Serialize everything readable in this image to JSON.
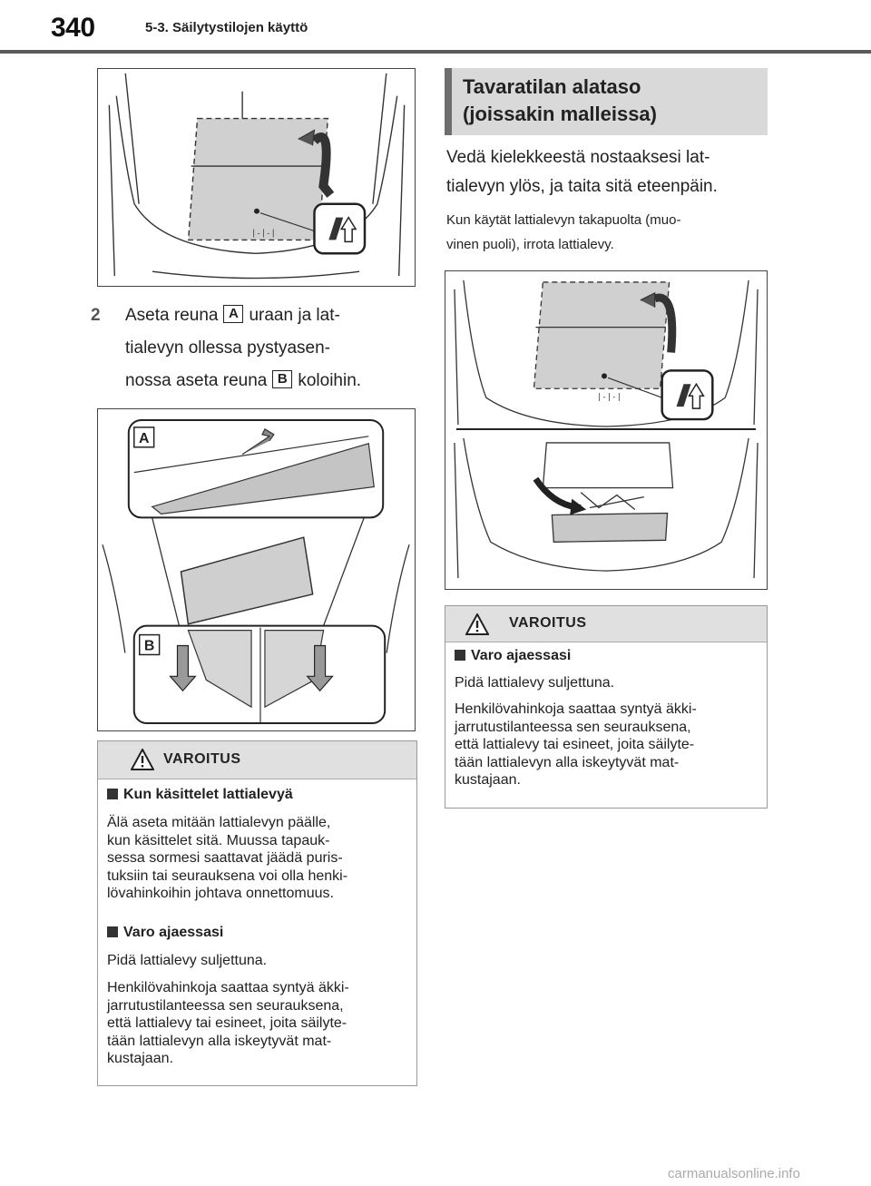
{
  "header": {
    "page_number": "340",
    "section": "5-3. Säilytystilojen käyttö"
  },
  "step2": {
    "number": "2",
    "line1_a": "Aseta reuna",
    "line1_callout": "A",
    "line1_b": "uraan ja lat-",
    "line2": "tialevyn ollessa pystyasen-",
    "line3_a": "nossa aseta reuna",
    "line3_callout": "B",
    "line3_b": "koloihin."
  },
  "figure2": {
    "callout_a": "A",
    "callout_b": "B"
  },
  "lower_floor": {
    "heading_line1": "Tavaratilan alataso",
    "heading_line2": "(joissakin malleissa)",
    "instruction_line1": "Vedä kielekkeestä nostaaksesi lat-",
    "instruction_line2": "tialevyn ylös, ja taita sitä eteenpäin.",
    "note_line1": "Kun käytät lattialevyn takapuolta (muo-",
    "note_line2": "vinen puoli), irrota lattialevy."
  },
  "warning_left": {
    "title": "VAROITUS",
    "item1_title": "Kun käsittelet lattialevyä",
    "item1_lines": [
      "Älä aseta mitään lattialevyn päälle,",
      "kun käsittelet sitä. Muussa tapauk-",
      "sessa sormesi saattavat jäädä puris-",
      "tuksiin tai seurauksena voi olla henki-",
      "lövahinkoihin johtava onnettomuus."
    ],
    "item2_title": "Varo ajaessasi",
    "item2_p1": "Pidä lattialevy suljettuna.",
    "item2_lines": [
      "Henkilövahinkoja saattaa syntyä äkki-",
      "jarrutustilanteessa sen seurauksena,",
      "että lattialevy tai esineet, joita säilyte-",
      "tään lattialevyn alla iskeytyvät mat-",
      "kustajaan."
    ]
  },
  "warning_right": {
    "title": "VAROITUS",
    "item1_title": "Varo ajaessasi",
    "item1_p1": "Pidä lattialevy suljettuna.",
    "item1_lines": [
      "Henkilövahinkoja saattaa syntyä äkki-",
      "jarrutustilanteessa sen seurauksena,",
      "että lattialevy tai esineet, joita säilyte-",
      "tään lattialevyn alla iskeytyvät mat-",
      "kustajaan."
    ]
  },
  "watermark": "carmanualsonline.info"
}
